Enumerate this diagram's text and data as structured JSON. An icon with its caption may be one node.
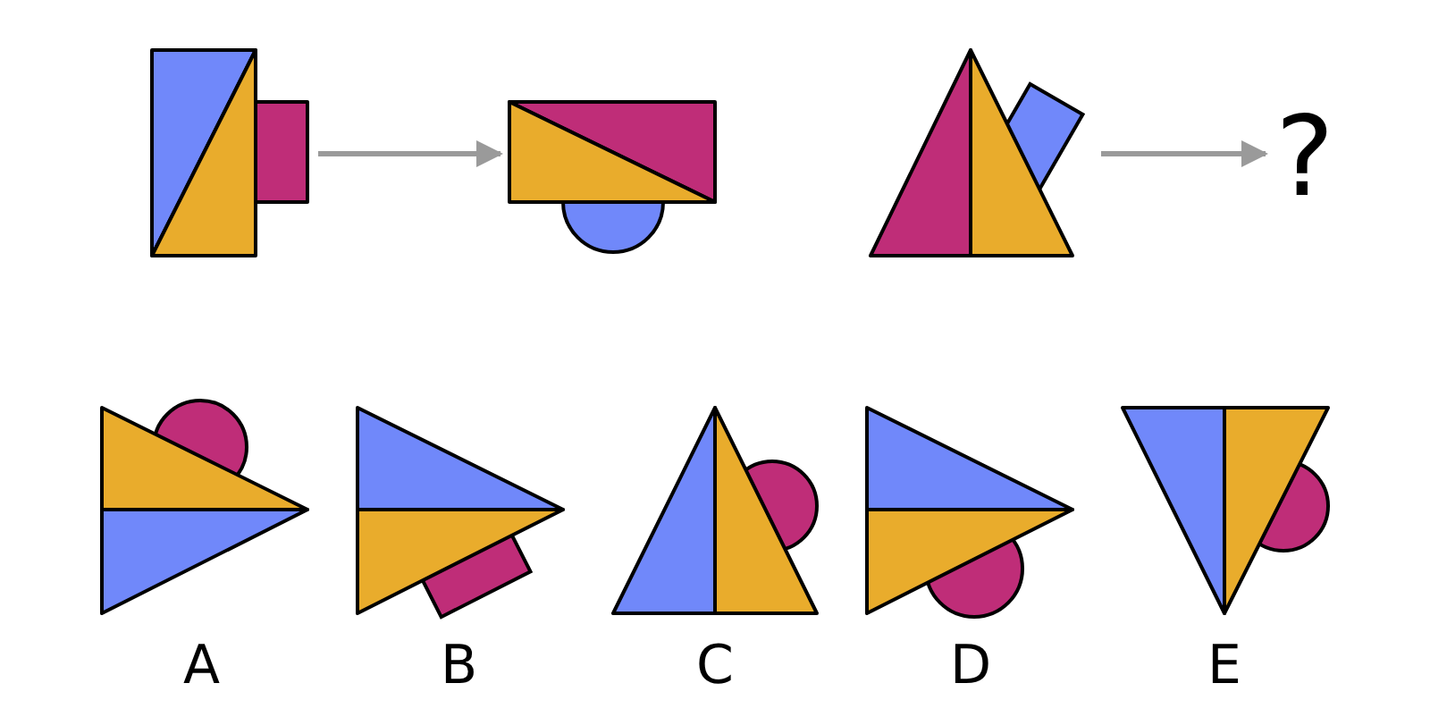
{
  "diagram": {
    "nodes": [
      {
        "text": [],
        "shape": "picture"
      },
      {
        "text": [],
        "shape": "picture"
      },
      {
        "text": [],
        "shape": "picture"
      },
      {
        "text": [
          "?"
        ]
      }
    ],
    "edges": [
      {
        "from": 0,
        "to": 1,
        "arrow": "to"
      },
      {
        "from": 2,
        "to": 3,
        "arrow": "to"
      }
    ],
    "labels": [
      "A",
      "B",
      "C",
      "D",
      "E"
    ]
  }
}
